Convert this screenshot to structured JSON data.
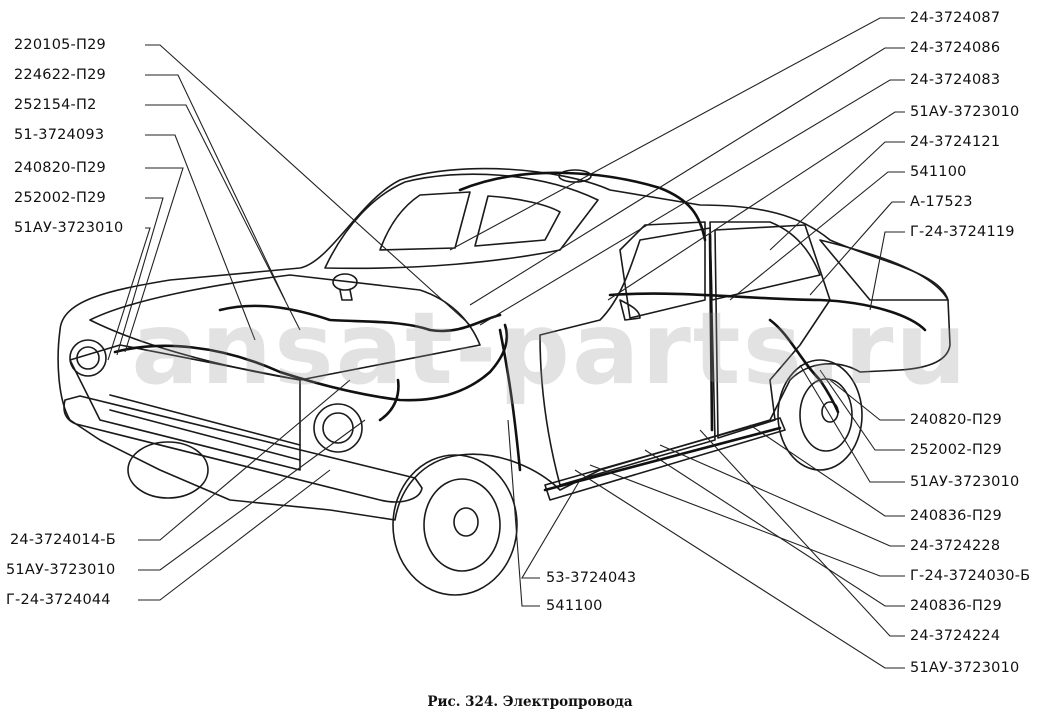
{
  "labels_left": [
    "220105-П29",
    "224622-П29",
    "252154-П2",
    "51-3724093",
    "240820-П29",
    "252002-П29",
    "51АУ-3723010"
  ],
  "labels_right_top": [
    "24-3724087",
    "24-3724086",
    "24-3724083",
    "51АУ-3723010",
    "24-3724121",
    "541100",
    "А-17523",
    "Г-24-3724119"
  ],
  "labels_right_bottom": [
    "240820-П29",
    "252002-П29",
    "51АУ-3723010",
    "240836-П29",
    "24-3724228",
    "Г-24-3724030-Б",
    "240836-П29",
    "24-3724224",
    "51АУ-3723010"
  ],
  "labels_bottom_left": [
    "24-3724014-Б",
    "51АУ-3723010",
    "Г-24-3724044"
  ],
  "labels_bottom_center": [
    "53-3724043",
    "541100"
  ],
  "watermark": "ansat-parts.ru",
  "caption": "Рис. 324. Электропровода",
  "colors": {
    "ink": "#111111",
    "background": "#ffffff"
  }
}
